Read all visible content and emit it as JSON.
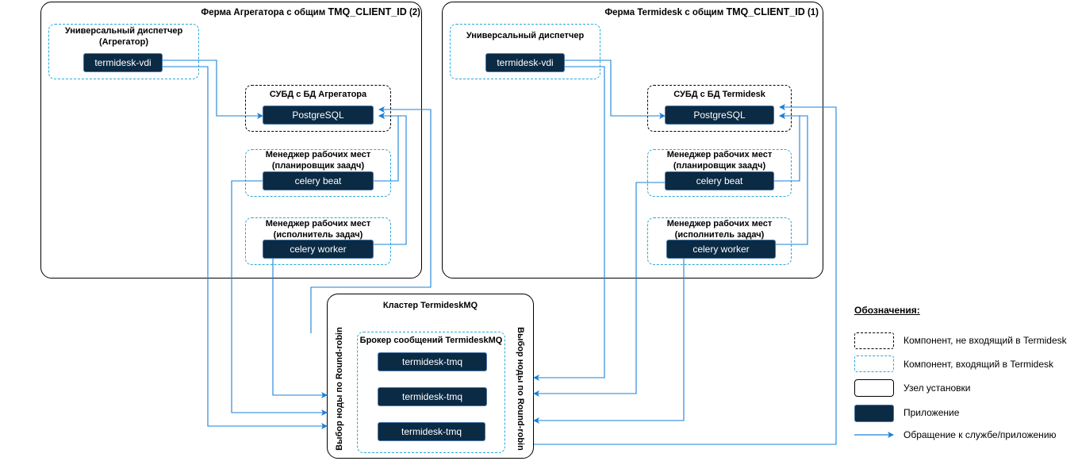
{
  "farm_aggregator": {
    "title_prefix": "Ферма Агрегатора с общим ",
    "title_id": "TMQ_CLIENT_ID",
    "title_suffix": " (2)",
    "dispatcher_label_1": "Универсальный диспетчер",
    "dispatcher_label_2": "(Агрегатор)",
    "vdi_app": "termidesk-vdi",
    "db_label": "СУБД с БД Агрегатора",
    "db_app": "PostgreSQL",
    "beat_label_1": "Менеджер рабочих мест",
    "beat_label_2": "(планировщик заадч)",
    "beat_app": "celery beat",
    "worker_label_1": "Менеджер рабочих мест",
    "worker_label_2": "(исполнитель задач)",
    "worker_app": "celery worker"
  },
  "farm_termidesk": {
    "title_prefix": "Ферма Termidesk с общим ",
    "title_id": "TMQ_CLIENT_ID",
    "title_suffix": " (1)",
    "dispatcher_label": "Универсальный диспетчер",
    "vdi_app": "termidesk-vdi",
    "db_label": "СУБД с БД Termidesk",
    "db_app": "PostgreSQL",
    "beat_label_1": "Менеджер рабочих мест",
    "beat_label_2": "(планировщик заадч)",
    "beat_app": "celery beat",
    "worker_label_1": "Менеджер рабочих мест",
    "worker_label_2": "(исполнитель задач)",
    "worker_app": "celery worker"
  },
  "cluster": {
    "title": "Кластер TermideskMQ",
    "broker_label": "Брокер сообщений TermideskMQ",
    "tmq_apps": [
      "termidesk-tmq",
      "termidesk-tmq",
      "termidesk-tmq"
    ],
    "left_vertical_label": "Выбор ноды по Round-robin",
    "right_vertical_label": "Выбор ноды по Round-robin"
  },
  "legend": {
    "title": "Обозначения:",
    "items": [
      {
        "kind": "dashed-black",
        "label": "Компонент, не входящий в Termidesk"
      },
      {
        "kind": "dashed-blue",
        "label": "Компонент, входящий в Termidesk"
      },
      {
        "kind": "node",
        "label": "Узел установки"
      },
      {
        "kind": "app",
        "label": "Приложение"
      },
      {
        "kind": "arrow",
        "label": "Обращение к службе/приложению"
      }
    ]
  },
  "colors": {
    "arrow": "#1a80d8",
    "app_fill": "#0b2a44",
    "termidesk_border": "#29a7d9"
  }
}
